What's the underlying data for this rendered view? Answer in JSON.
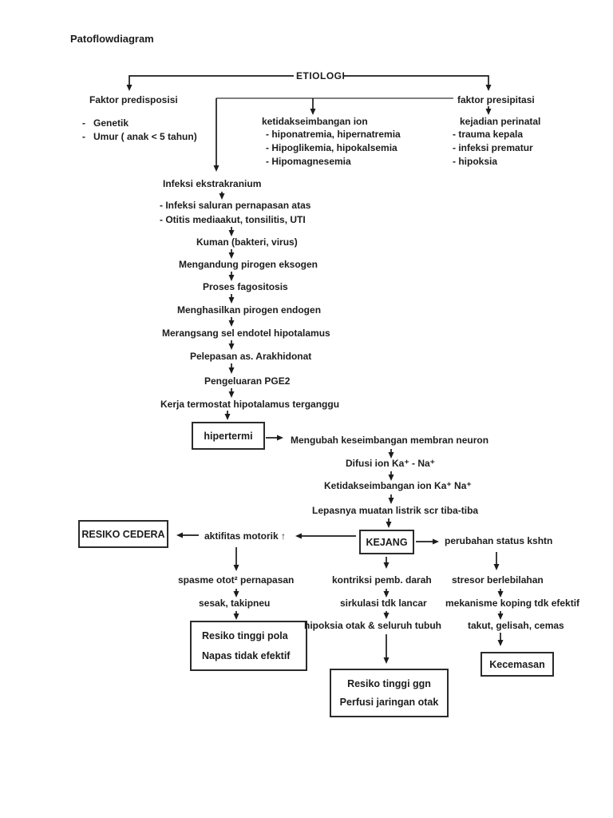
{
  "title": "Patoflowdiagram",
  "flow": {
    "etiologi": "ETIOLOGI",
    "predisposisi": {
      "label": "Faktor predisposisi",
      "items": [
        "-   Genetik",
        "-   Umur ( anak < 5 tahun)"
      ]
    },
    "ion": {
      "label": "ketidakseimbangan ion",
      "items": [
        "- hiponatremia, hipernatremia",
        "- Hipoglikemia, hipokalsemia",
        "- Hipomagnesemia"
      ]
    },
    "presipitasi": {
      "label": "faktor presipitasi",
      "sub": "kejadian perinatal",
      "items": [
        "- trauma kepala",
        "- infeksi prematur",
        "- hipoksia"
      ]
    },
    "chain": {
      "infeksi": "Infeksi ekstrakranium",
      "infeksi_items": [
        "- Infeksi saluran pernapasan atas",
        "- Otitis mediaakut, tonsilitis, UTI"
      ],
      "kuman": "Kuman (bakteri, virus)",
      "eksogen": "Mengandung pirogen eksogen",
      "fagositosis": "Proses fagositosis",
      "endogen": "Menghasilkan pirogen endogen",
      "endotel": "Merangsang sel endotel hipotalamus",
      "arakhidonat": "Pelepasan as. Arakhidonat",
      "pge2": "Pengeluaran PGE2",
      "termostat": "Kerja termostat hipotalamus terganggu",
      "hipertermi": "hipertermi"
    },
    "neuron": {
      "mengubah": "Mengubah keseimbangan membran neuron",
      "difusi": "Difusi ion Ka⁺ - Na⁺",
      "ketidakseimbangan": "Ketidakseimbangan ion Ka⁺ Na⁺",
      "lepasnya": "Lepasnya muatan listrik scr tiba-tiba",
      "kejang": "KEJANG"
    },
    "left": {
      "aktifitas": "aktifitas motorik ↑",
      "resiko_cedera": "RESIKO CEDERA",
      "spasme": "spasme otot² pernapasan",
      "sesak": "sesak, takipneu",
      "box1": "Resiko tinggi pola",
      "box2": "Napas tidak efektif"
    },
    "mid": {
      "kontriksi": "kontriksi pemb. darah",
      "sirkulasi": "sirkulasi tdk lancar",
      "hipoksia": "hipoksia otak & seluruh tubuh",
      "box1": "Resiko tinggi ggn",
      "box2": "Perfusi jaringan otak"
    },
    "right": {
      "perubahan": "perubahan status kshtn",
      "stresor": "stresor berlebilahan",
      "mekanisme": "mekanisme koping tdk efektif",
      "takut": "takut, gelisah, cemas",
      "kecemasan": "Kecemasan"
    }
  },
  "colors": {
    "ink": "#1c1c1c",
    "line_gray": "#6e6e6e",
    "background": "#ffffff"
  }
}
